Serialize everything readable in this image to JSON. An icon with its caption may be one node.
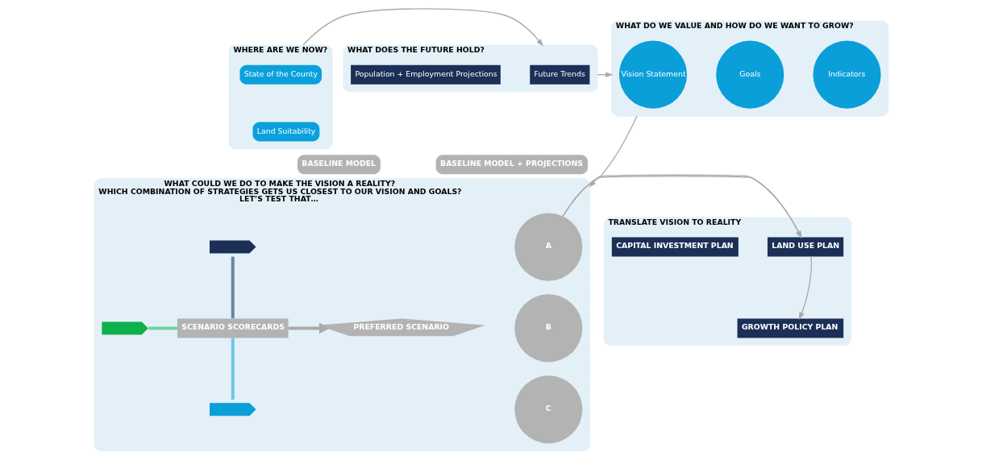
{
  "diagram": {
    "nodes": [
      {
        "text": [
          "WHERE ARE WE NOW?"
        ]
      },
      {
        "text": [
          "State of the County"
        ],
        "in": 0
      },
      {
        "text": [
          "Land Suitability"
        ],
        "in": 0
      },
      {
        "text": [
          "BASELINE MODEL"
        ]
      },
      {
        "text": [
          "WHAT DOES THE FUTURE HOLD?"
        ]
      },
      {
        "text": [
          "Future Trends"
        ],
        "in": 4
      },
      {
        "text": [
          "Population + Employment Projections"
        ],
        "in": 4
      },
      {
        "text": [
          "BASELINE MODEL + PROJECTIONS"
        ]
      },
      {
        "text": [
          "WHAT DO WE VALUE AND HOW DO WE WANT TO GROW?"
        ]
      },
      {
        "text": [
          "Vision Statement"
        ],
        "in": 8
      },
      {
        "text": [
          "Goals"
        ],
        "in": 8
      },
      {
        "text": [
          "Indicators"
        ],
        "in": 8
      },
      {
        "text": [
          "WHAT COULD WE DO TO MAKE THE VISION A REALITY?",
          "WHICH COMBINATION OF STRATEGIES GETS US CLOSEST TO OUR VISION AND GOALS?",
          "LET’S TEST THAT…"
        ]
      },
      {
        "text": [
          "A"
        ],
        "in": 12
      },
      {
        "text": [],
        "shape": "arrow",
        "in": 12
      },
      {
        "text": [
          "B"
        ],
        "in": 12
      },
      {
        "text": [],
        "shape": "arrow",
        "in": 12
      },
      {
        "text": [
          "C"
        ],
        "in": 12
      },
      {
        "text": [],
        "shape": "arrow",
        "in": 12
      },
      {
        "text": [
          "SCENARIO SCORECARDS"
        ],
        "in": 12
      },
      {
        "text": [
          "PREFERRED SCENARIO"
        ],
        "in": 12
      },
      {
        "text": [
          "TRANSLATE VISION TO REALITY"
        ]
      },
      {
        "text": [
          "LAND USE PLAN"
        ],
        "in": 21
      },
      {
        "text": [
          "CAPITAL INVESTMENT PLAN"
        ],
        "in": 21
      },
      {
        "text": [
          "GROWTH POLICY PLAN"
        ],
        "in": 21
      }
    ],
    "edges": [
      {
        "from": 0,
        "to": 4,
        "arrow": "to"
      },
      {
        "from": 4,
        "to": 8,
        "arrow": "to"
      },
      {
        "from": 8,
        "to": 12,
        "arrow": "to"
      },
      {
        "from": 14,
        "to": 19,
        "arrow": "none",
        "style": "thick",
        "color": "#6d84a3"
      },
      {
        "from": 16,
        "to": 19,
        "arrow": "none",
        "style": "thick",
        "color": "#6fd3a0"
      },
      {
        "from": 18,
        "to": 19,
        "arrow": "none",
        "style": "thick",
        "color": "#6cc6ea"
      },
      {
        "from": 19,
        "to": 20,
        "arrow": "to",
        "style": "thick"
      },
      {
        "from": 12,
        "to": 21,
        "arrow": "to"
      },
      {
        "from": 22,
        "to": 24,
        "arrow": "to"
      }
    ]
  }
}
